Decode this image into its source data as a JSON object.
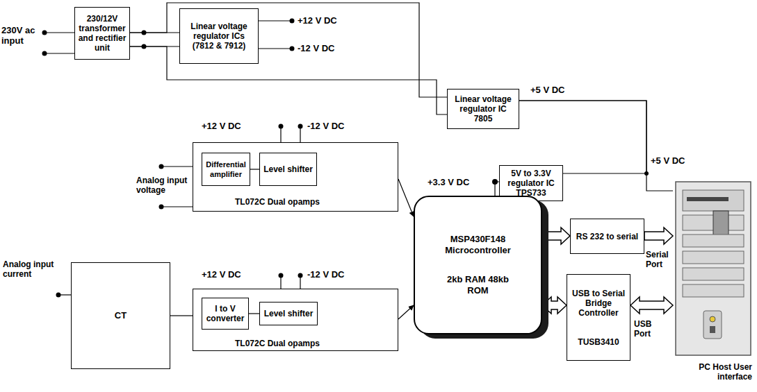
{
  "diagram": {
    "nodes": [
      {
        "text": [
          "230/12V transformer and rectifier unit"
        ]
      },
      {
        "text": [
          "Linear voltage regulator ICs (7812 & 7912)"
        ]
      },
      {
        "text": [
          "Linear voltage regulator IC 7805"
        ]
      },
      {
        "text": [
          "TL072C Dual opamps"
        ]
      },
      {
        "text": [
          "Differential amplifier"
        ],
        "in": 3
      },
      {
        "text": [
          "Level shifter"
        ],
        "in": 3
      },
      {
        "text": [
          "5V to 3.3V regulator IC TPS733"
        ]
      },
      {
        "text": [
          "MSP430F148 Microcontroller",
          "2kb RAM 48kb ROM"
        ]
      },
      {
        "text": [
          "RS 232 to serial"
        ]
      },
      {
        "text": [
          "CT"
        ]
      },
      {
        "text": [
          "TL072C Dual opamps"
        ]
      },
      {
        "text": [
          "I to V converter"
        ],
        "in": 10
      },
      {
        "text": [
          "Level shifter"
        ],
        "in": 10
      },
      {
        "text": [
          "USB to Serial Bridge Controller",
          "TUSB3410"
        ]
      },
      {
        "text": [
          "PC Host User interface"
        ]
      }
    ],
    "edges": [
      {
        "from": 0,
        "to": 1,
        "arrow": "none"
      },
      {
        "from": 0,
        "to": 1,
        "arrow": "none"
      },
      {
        "from": 0,
        "to": 2,
        "arrow": "none"
      },
      {
        "from": 0,
        "to": 2,
        "arrow": "none"
      },
      {
        "from": 2,
        "to": 6,
        "arrow": "none"
      },
      {
        "from": 2,
        "to": 14,
        "arrow": "none"
      },
      {
        "from": 6,
        "to": 7,
        "arrow": "none"
      },
      {
        "from": 4,
        "to": 5,
        "arrow": "none"
      },
      {
        "from": 3,
        "to": 7,
        "arrow": "to"
      },
      {
        "from": 9,
        "to": 10,
        "arrow": "none"
      },
      {
        "from": 11,
        "to": 12,
        "arrow": "none"
      },
      {
        "from": 10,
        "to": 7,
        "arrow": "to"
      },
      {
        "from": 7,
        "to": 8,
        "arrow": "to"
      },
      {
        "from": 8,
        "to": 14,
        "arrow": "to"
      },
      {
        "from": 7,
        "to": 13,
        "arrow": "both"
      },
      {
        "from": 13,
        "to": 14,
        "arrow": "both"
      }
    ],
    "labels": [
      "230V ac input",
      "+12 V DC",
      "-12 V DC",
      "+5 V DC",
      "+12 V DC",
      "-12 V DC",
      "Analog input voltage",
      "+3.3 V DC",
      "+5 V DC",
      "Analog input current",
      "+12 V DC",
      "-12 V DC",
      "Serial Port",
      "USB Port"
    ]
  }
}
